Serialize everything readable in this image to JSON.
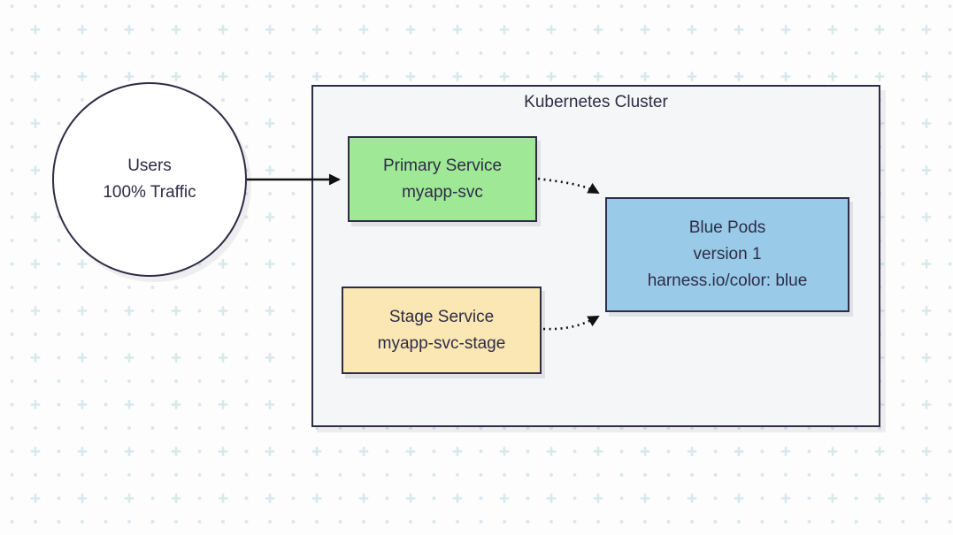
{
  "diagram": {
    "type": "architecture-flowchart",
    "cluster": {
      "title": "Kubernetes Cluster"
    },
    "nodes": {
      "users": {
        "shape": "circle",
        "line1": "Users",
        "line2": "100% Traffic",
        "fill": "#ffffff"
      },
      "primary_service": {
        "shape": "rectangle",
        "line1": "Primary Service",
        "line2": "myapp-svc",
        "fill": "#9fe896"
      },
      "stage_service": {
        "shape": "rectangle",
        "line1": "Stage Service",
        "line2": "myapp-svc-stage",
        "fill": "#fae7b4"
      },
      "blue_pods": {
        "shape": "rectangle",
        "line1": "Blue Pods",
        "line2": "version 1",
        "line3": "harness.io/color: blue",
        "fill": "#99cbe8"
      }
    },
    "edges": [
      {
        "from": "users",
        "to": "primary_service",
        "style": "solid",
        "arrow": true
      },
      {
        "from": "primary_service",
        "to": "blue_pods",
        "style": "dotted",
        "arrow": true
      },
      {
        "from": "stage_service",
        "to": "blue_pods",
        "style": "dotted",
        "arrow": true
      }
    ],
    "colors": {
      "node_border": "#2e2c47",
      "text": "#2e2c47",
      "cluster_fill": "#f5f6f8",
      "edge_stroke": "#111111",
      "background": "#fdfdfd",
      "pattern_dot": "#dbe7ee",
      "pattern_plus": "#d7e9ea"
    }
  }
}
